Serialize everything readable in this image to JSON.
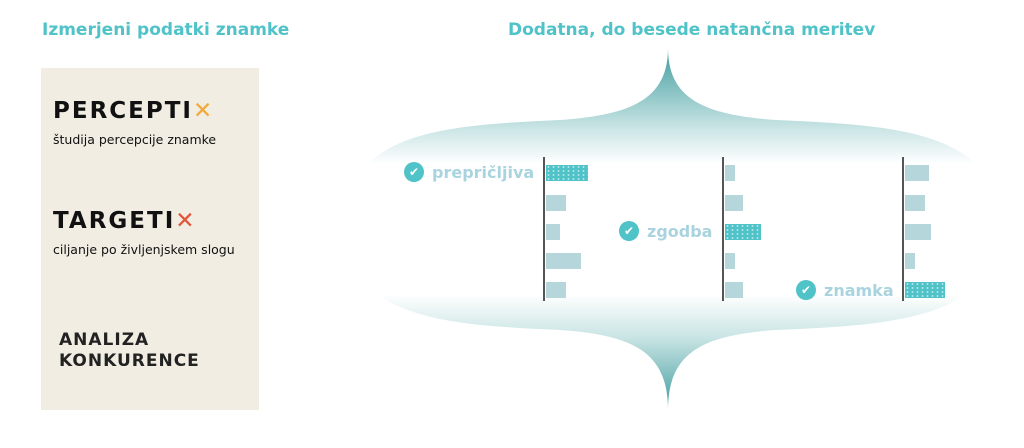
{
  "left_heading": "Izmerjeni podatki znamke",
  "right_heading": "Dodatna, do besede natančna meritev",
  "products": [
    {
      "name": "PERCEPTI",
      "subtitle": "študija percepcije znamke",
      "x_color": "#f2a93b"
    },
    {
      "name": "TARGETI",
      "subtitle": "ciljanje po življenjskem slogu",
      "x_color": "#e2553a"
    }
  ],
  "analysis": [
    "ANALIZA",
    "KONKURENCE"
  ],
  "words": [
    "prepričljiva",
    "zgodba",
    "znamka"
  ],
  "columns": [
    {
      "values": [
        42,
        20,
        14,
        35,
        20
      ],
      "highlight": 0
    },
    {
      "values": [
        10,
        18,
        36,
        10,
        18
      ],
      "highlight": 2
    },
    {
      "values": [
        24,
        20,
        26,
        10,
        40
      ],
      "highlight": 4
    }
  ],
  "colors": {
    "accent": "#4fc3c8",
    "bar": "#b5d6da"
  }
}
